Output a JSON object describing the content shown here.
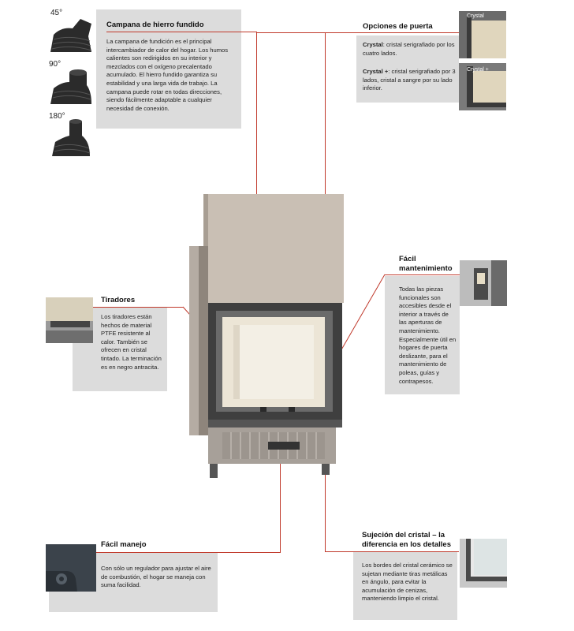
{
  "campana": {
    "title": "Campana de hierro fundido",
    "text": "La campana de fundición es el principal intercambiador de calor del hogar. Los humos calientes son redirigidos en su interior y mezclados con el oxígeno precalentado acumulado. El hierro fundido garantiza su estabilidad y una larga vida de trabajo. La campana puede rotar en todas direcciones, siendo fácilmente adaptable a cualquier necesidad de conexión.",
    "angles": [
      "45°",
      "90°",
      "180°"
    ]
  },
  "puerta": {
    "title": "Opciones de puerta",
    "crystal_name": "Crystal",
    "crystal_text": ": cristal serigrafiado por los cuatro lados.",
    "crystal_plus_name": "Crystal +",
    "crystal_plus_text": ": cristal serigrafiado por 3 lados, cristal a sangre por su lado inferior.",
    "thumb1_label": "Crystal",
    "thumb2_label": "Crystal +"
  },
  "mantenimiento": {
    "title_line1": "Fácil",
    "title_line2": "mantenimiento",
    "text": "Todas las piezas funcionales son accesibles desde el interior a través de las aperturas de mantenimiento. Especialmente útil en hogares de puerta deslizante, para el mantenimiento de poleas, guías y contrapesos."
  },
  "tiradores": {
    "title": "Tiradores",
    "text": "Los tiradores están hechos de material PTFE resistente al calor. También se ofrecen en cristal tintado. La terminación es en negro antracita."
  },
  "manejo": {
    "title": "Fácil manejo",
    "text": "Con sólo un regulador para ajustar el aire de combustión, el hogar se maneja con suma facilidad."
  },
  "sujecion": {
    "title_line1": "Sujeción del cristal – la",
    "title_line2": "diferencia en los detalles",
    "text": "Los bordes del cristal cerámico se sujetan mediante tiras metálicas en ángulo, para evitar la acumulación de cenizas, manteniendo limpio el cristal."
  },
  "colors": {
    "accent": "#c0392b",
    "box": "#dcdcdc"
  }
}
